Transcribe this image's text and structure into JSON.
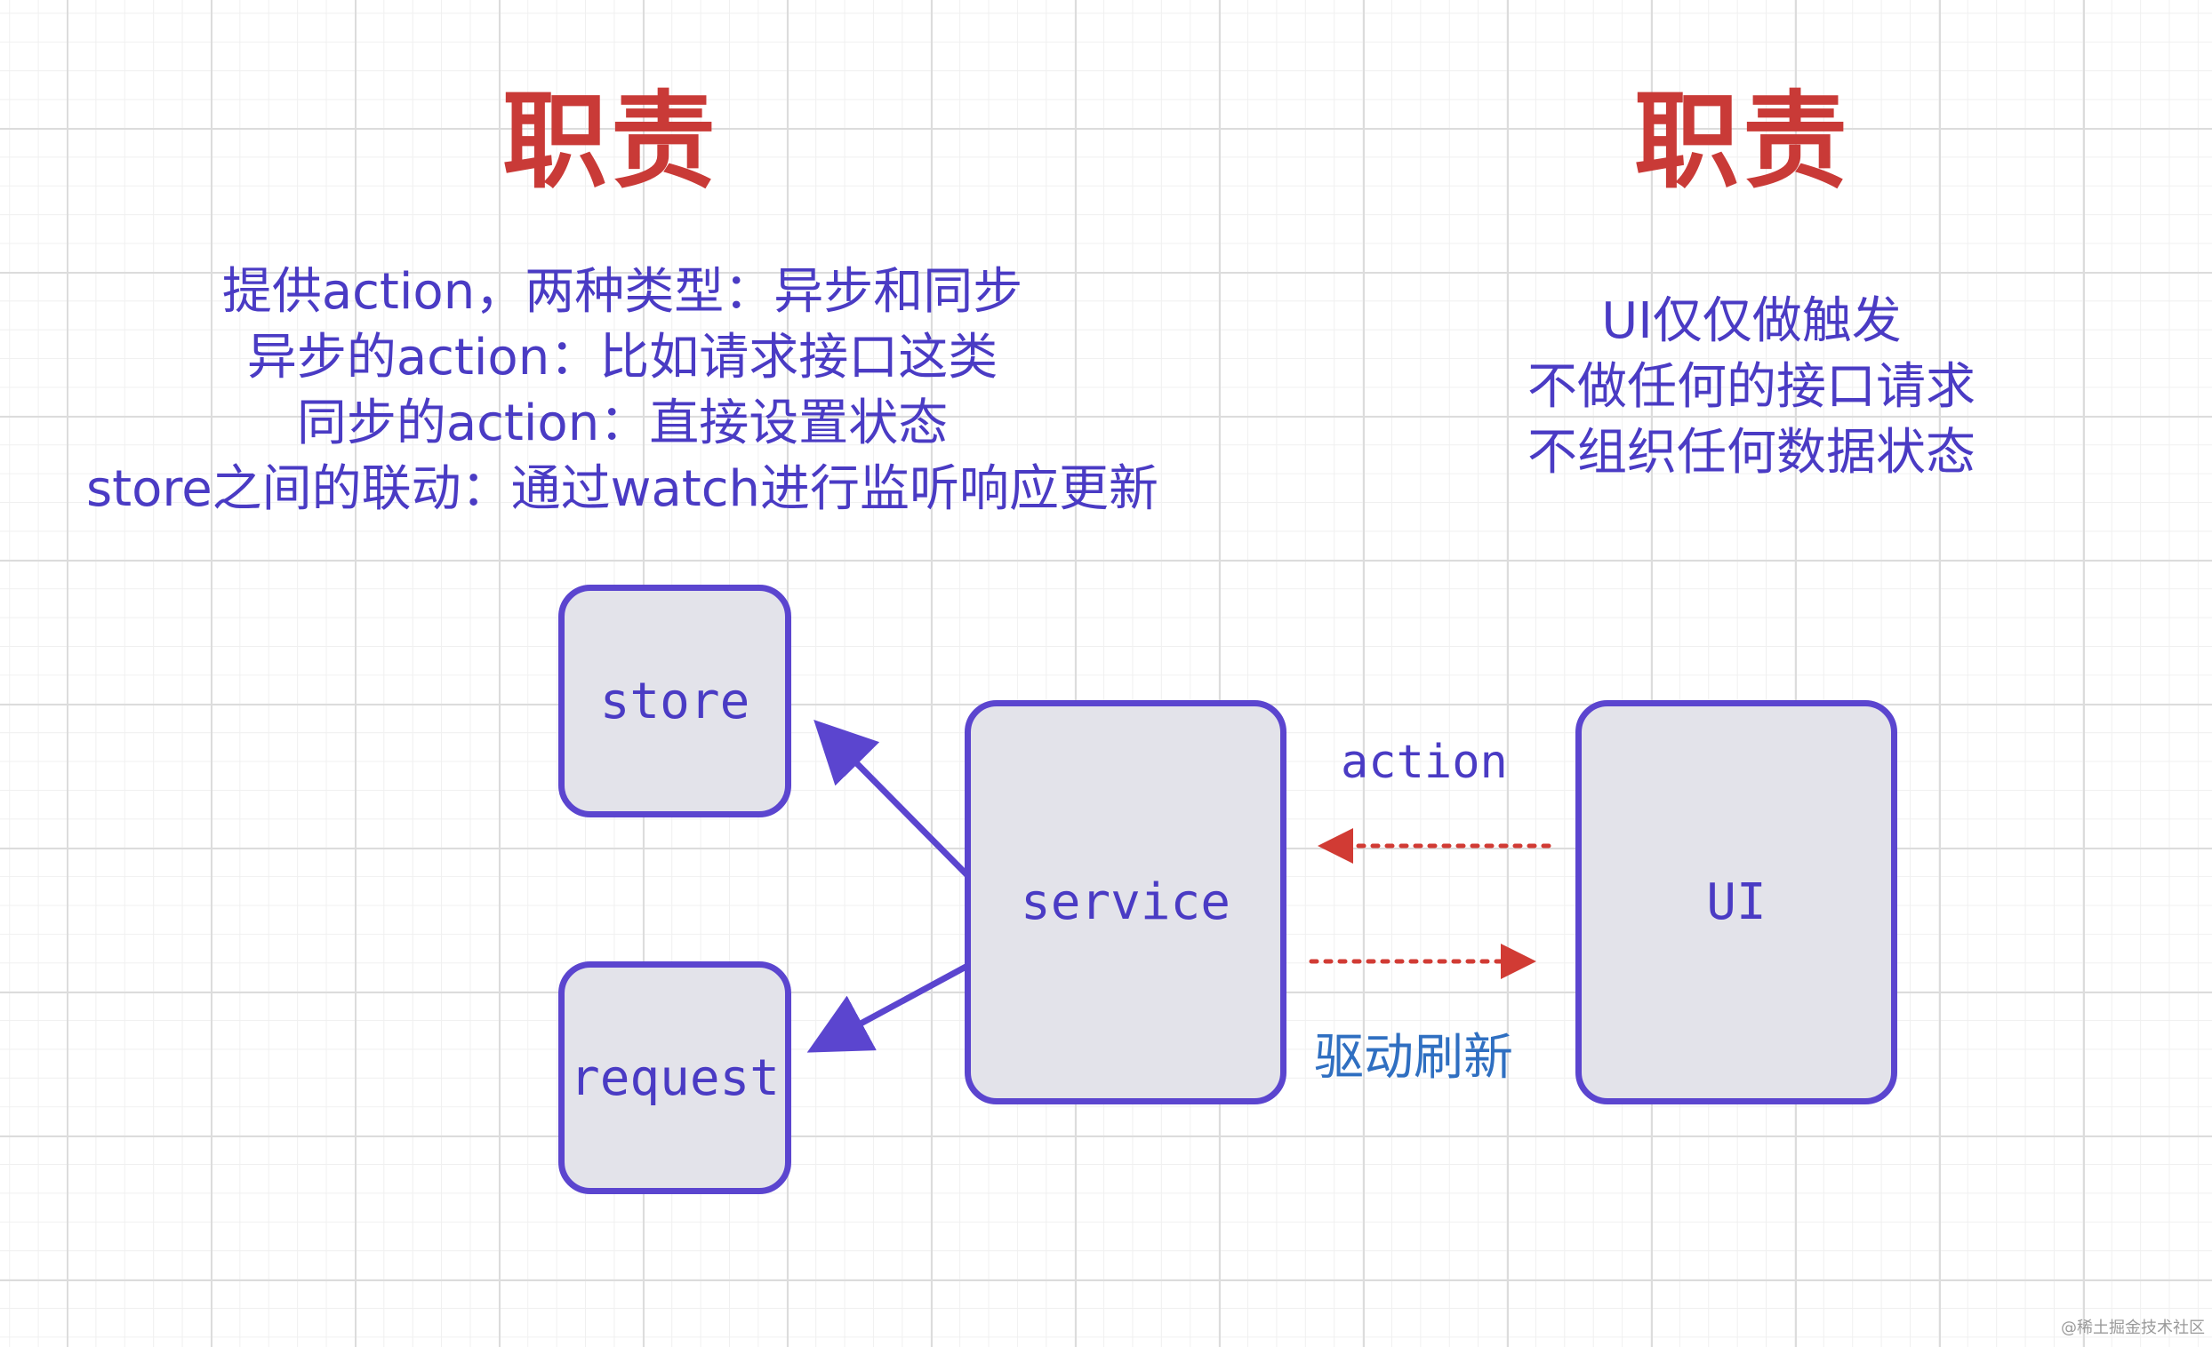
{
  "left_panel": {
    "title": "职责",
    "notes": [
      "提供action，两种类型：异步和同步",
      "异步的action：比如请求接口这类",
      "同步的action：直接设置状态",
      "store之间的联动：通过watch进行监听响应更新"
    ]
  },
  "right_panel": {
    "title": "职责",
    "notes": [
      "UI仅仅做触发",
      "不做任何的接口请求",
      "不组织任何数据状态"
    ]
  },
  "nodes": {
    "store": "store",
    "request": "request",
    "service": "service",
    "ui": "UI"
  },
  "edges": {
    "action_label": "action",
    "refresh_label": "驱动刷新"
  },
  "colors": {
    "title_red": "#c93a37",
    "ink_purple": "#4a3bc4",
    "box_border": "#5b45cf",
    "box_fill": "#e3e3ea",
    "dotted_red": "#d13b34",
    "refresh_blue": "#2f6fc1"
  },
  "watermark": "@稀土掘金技术社区"
}
